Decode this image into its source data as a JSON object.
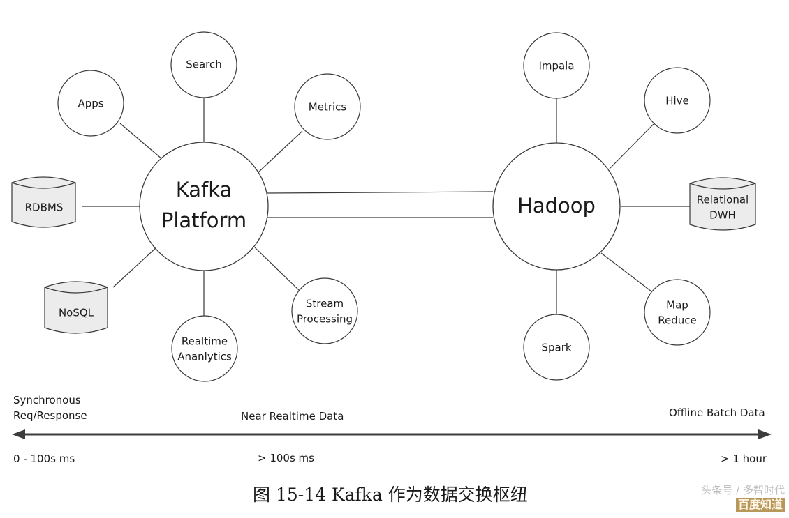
{
  "hubs": {
    "kafka": {
      "line1": "Kafka",
      "line2": "Platform"
    },
    "hadoop": {
      "label": "Hadoop"
    }
  },
  "kafka_nodes": {
    "search": "Search",
    "apps": "Apps",
    "metrics": "Metrics",
    "rdbms": "RDBMS",
    "nosql": "NoSQL",
    "realtime_line1": "Realtime",
    "realtime_line2": "Ananlytics",
    "stream_line1": "Stream",
    "stream_line2": "Processing"
  },
  "hadoop_nodes": {
    "impala": "Impala",
    "hive": "Hive",
    "dwh_line1": "Relational",
    "dwh_line2": "DWH",
    "spark": "Spark",
    "mapreduce_line1": "Map",
    "mapreduce_line2": "Reduce"
  },
  "timeline": {
    "left_label": "Synchronous\nReq/Response",
    "middle_label": "Near Realtime Data",
    "right_label": "Offline Batch Data",
    "left_latency": "0 - 100s ms",
    "middle_latency": "> 100s ms",
    "right_latency": "> 1 hour"
  },
  "caption": "图 15-14 Kafka 作为数据交换枢纽",
  "watermark": "头条号 / 多智时代",
  "badge": "百度知道",
  "colors": {
    "stroke": "#3a3a3a",
    "db_fill": "#ececec",
    "arrow": "#3c3c3c"
  }
}
